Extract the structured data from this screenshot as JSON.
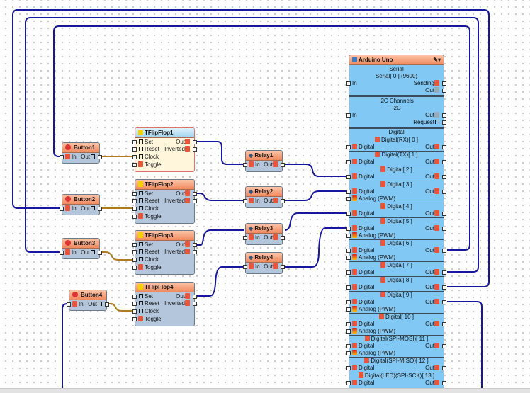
{
  "colors": {
    "wire": "#1616a0",
    "clock_wire": "#b07a20",
    "component_header": "#f08a5e",
    "board_body": "#82c8f4",
    "selected_header": "#9fd2ee"
  },
  "buttons": [
    {
      "title": "Button1",
      "in": "In",
      "out": "Out"
    },
    {
      "title": "Button2",
      "in": "In",
      "out": "Out"
    },
    {
      "title": "Button3",
      "in": "In",
      "out": "Out"
    },
    {
      "title": "Button4",
      "in": "In",
      "out": "Out"
    }
  ],
  "flipflops": [
    {
      "title": "TFlipFlop1",
      "selected": true,
      "set": "Set",
      "reset": "Reset",
      "clock": "Clock",
      "toggle": "Toggle",
      "out": "Out",
      "inverted": "Inverted"
    },
    {
      "title": "TFlipFlop2",
      "selected": false,
      "set": "Set",
      "reset": "Reset",
      "clock": "Clock",
      "toggle": "Toggle",
      "out": "Out",
      "inverted": "Inverted"
    },
    {
      "title": "TFlipFlop3",
      "selected": false,
      "set": "Set",
      "reset": "Reset",
      "clock": "Clock",
      "toggle": "Toggle",
      "out": "Out",
      "inverted": "Inverted"
    },
    {
      "title": "TFlipFlop4",
      "selected": false,
      "set": "Set",
      "reset": "Reset",
      "clock": "Clock",
      "toggle": "Toggle",
      "out": "Out",
      "inverted": "Inverted"
    }
  ],
  "relays": [
    {
      "title": "Relay1",
      "in": "In",
      "out": "Out"
    },
    {
      "title": "Relay2",
      "in": "In",
      "out": "Out"
    },
    {
      "title": "Relay3",
      "in": "In",
      "out": "Out"
    },
    {
      "title": "Relay4",
      "in": "In",
      "out": "Out"
    }
  ],
  "arduino": {
    "title": "Arduino Uno",
    "serial": {
      "group": "Serial",
      "channel": "Serial[ 0 ] (9600)",
      "in": "In",
      "sending": "Sending",
      "out": "Out"
    },
    "i2c": {
      "group": "I2C Channels",
      "channel": "I2C",
      "in": "In",
      "out": "Out",
      "request": "Request"
    },
    "digital_group": "Digital",
    "digital_label": "Digital",
    "out_label": "Out",
    "analog_label": "Analog (PWM)",
    "pins": [
      {
        "name": "Digital(RX)[ 0 ]",
        "analog": false
      },
      {
        "name": "Digital(TX)[ 1 ]",
        "analog": false
      },
      {
        "name": "Digital[ 2 ]",
        "analog": false
      },
      {
        "name": "Digital[ 3 ]",
        "analog": true
      },
      {
        "name": "Digital[ 4 ]",
        "analog": false
      },
      {
        "name": "Digital[ 5 ]",
        "analog": true
      },
      {
        "name": "Digital[ 6 ]",
        "analog": true
      },
      {
        "name": "Digital[ 7 ]",
        "analog": false
      },
      {
        "name": "Digital[ 8 ]",
        "analog": false
      },
      {
        "name": "Digital[ 9 ]",
        "analog": true
      },
      {
        "name": "Digital[ 10 ]",
        "analog": true
      },
      {
        "name": "Digital(SPI-MOSI)[ 11 ]",
        "analog": true
      },
      {
        "name": "Digital(SPI-MISO)[ 12 ]",
        "analog": false
      },
      {
        "name": "Digital(LED)(SPI-SCK)[ 13 ]",
        "analog": false
      }
    ]
  }
}
